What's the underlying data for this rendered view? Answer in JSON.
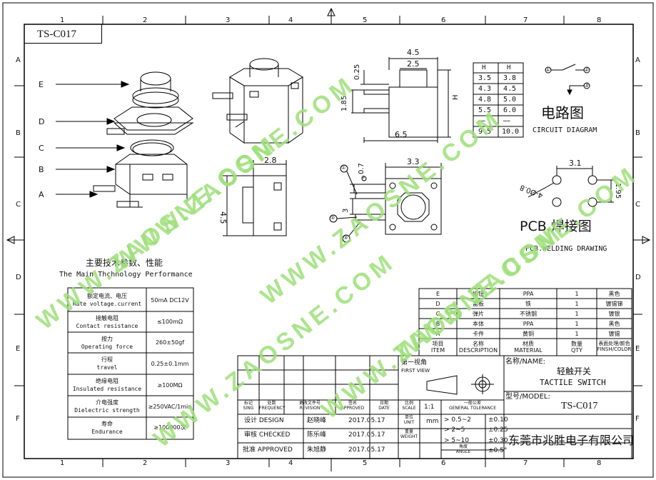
{
  "title_box": "TS-C017",
  "col_markers": [
    "1",
    "2",
    "3",
    "4",
    "5",
    "6",
    "7",
    "8"
  ],
  "row_markers": [
    "A",
    "B",
    "C",
    "D",
    "E",
    "F"
  ],
  "exploded_labels": [
    "E",
    "D",
    "C",
    "B",
    "A"
  ],
  "dims_top": {
    "w45": "4.5",
    "w25": "2.5",
    "h025": "0.25",
    "h185": "1.85",
    "w65": "6.5",
    "H": "H"
  },
  "h_table": {
    "headers": [
      "H",
      "H"
    ],
    "rows": [
      [
        "3.5",
        "3.8"
      ],
      [
        "4.3",
        "4.5"
      ],
      [
        "4.8",
        "5.0"
      ],
      [
        "5.5",
        "6.0"
      ],
      [
        "……",
        "……"
      ],
      [
        "9.5",
        "10.0"
      ]
    ]
  },
  "circuit": {
    "title_cn": "电路图",
    "title_en": "CIRCUIT DIAGRAM",
    "pins": [
      "①",
      "②",
      "③"
    ]
  },
  "dims_side": {
    "w28": "2.8",
    "h45": "4.5"
  },
  "dims_front": {
    "w33": "3.3",
    "v07": "0.7",
    "v3": "3",
    "pins": [
      "①",
      "②",
      "③",
      "④"
    ]
  },
  "pcb": {
    "w31": "3.1",
    "h195": "1.95",
    "hole": "4-Ø0.8",
    "title_cn": "PCB.焊接图",
    "title_en": "PCB.WELDING DRAWING"
  },
  "watermark": "WWW.ZAOSNE.COM",
  "spec": {
    "title_cn": "主要技术参数、性能",
    "title_en": "The Main Thchnology Performance",
    "rows": [
      {
        "cn": "额定电流、电压",
        "en": "Rate voltage.current",
        "val": "50mA DC12V"
      },
      {
        "cn": "接触电阻",
        "en": "Contact resistance",
        "val": "≤100mΩ"
      },
      {
        "cn": "按力",
        "en": "Operating force",
        "val": "260±50gf"
      },
      {
        "cn": "行程",
        "en": "travel",
        "val": "0.25±0.1mm"
      },
      {
        "cn": "绝缘电阻",
        "en": "Insulated resistance",
        "val": "≥100MΩ"
      },
      {
        "cn": "介电强度",
        "en": "Dielectric strength",
        "val": "≥250VAC/1min"
      },
      {
        "cn": "寿命",
        "en": "Endurance",
        "val": "≥100000次"
      }
    ]
  },
  "bom": {
    "rows": [
      {
        "id": "E",
        "name": "按钮",
        "mat": "PPA",
        "qty": "1",
        "fin": "黑色"
      },
      {
        "id": "D",
        "name": "盖板",
        "mat": "铁",
        "qty": "1",
        "fin": "镀锡锑"
      },
      {
        "id": "C",
        "name": "弹片",
        "mat": "不锈钢",
        "qty": "1",
        "fin": "镀银"
      },
      {
        "id": "B",
        "name": "本体",
        "mat": "PPA",
        "qty": "1",
        "fin": "黑色"
      },
      {
        "id": "A",
        "name": "卡件",
        "mat": "黄铜",
        "qty": "1",
        "fin": "镀锡"
      }
    ],
    "header": {
      "id_cn": "项目",
      "id_en": "ITEM",
      "name_cn": "名称",
      "name_en": "DESCRIPTION",
      "mat_cn": "材质",
      "mat_en": "MATERIAL",
      "qty_cn": "数量",
      "qty_en": "QTY",
      "fin_cn": "表面处理/颜色",
      "fin_en": "FINSH/COLOR"
    }
  },
  "titleblock": {
    "hdr": [
      [
        "标记",
        "SING"
      ],
      [
        "处数",
        "FREQUENCY"
      ],
      [
        "更改文件号",
        "REVISION"
      ],
      [
        "签名",
        "APPROVED"
      ],
      [
        "日期",
        "DATE"
      ]
    ],
    "rows": [
      {
        "role": "设计 DESIGN",
        "name": "赵晓峰",
        "date": "2017.05.17"
      },
      {
        "role": "审核 CHECKED",
        "name": "陈乐峰",
        "date": "2017.05.17"
      },
      {
        "role": "批准 APPROVED",
        "name": "朱旭静",
        "date": "2017.05.17"
      }
    ],
    "first_view_cn": "第一视角",
    "first_view_en": "FIRST VIEW",
    "scale_cn": "比例",
    "scale_en": "SCALE",
    "scale": "1:1",
    "unit_cn": "单位",
    "unit_en": "UNIT",
    "unit": "mm",
    "weight_cn": "重量",
    "weight_en": "WEIGHT",
    "angle_cn": "角度",
    "angle_en": "ANGLE",
    "tol_cn": "一般公差",
    "tol_en": "GENERAL TOLERANCE",
    "tol": [
      [
        "> 0.5~2",
        "±0.10"
      ],
      [
        "> 2~5",
        "±0.25"
      ],
      [
        "> 5~10",
        "±0.30"
      ],
      [
        "",
        "±0.5°"
      ]
    ],
    "name_label": "名称/NAME:",
    "name_cn": "轻触开关",
    "name_en": "TACTILE SWITCH",
    "model_label": "型号/MODEL:",
    "model": "TS-C017",
    "company": "东莞市兆胜电子有限公司"
  }
}
